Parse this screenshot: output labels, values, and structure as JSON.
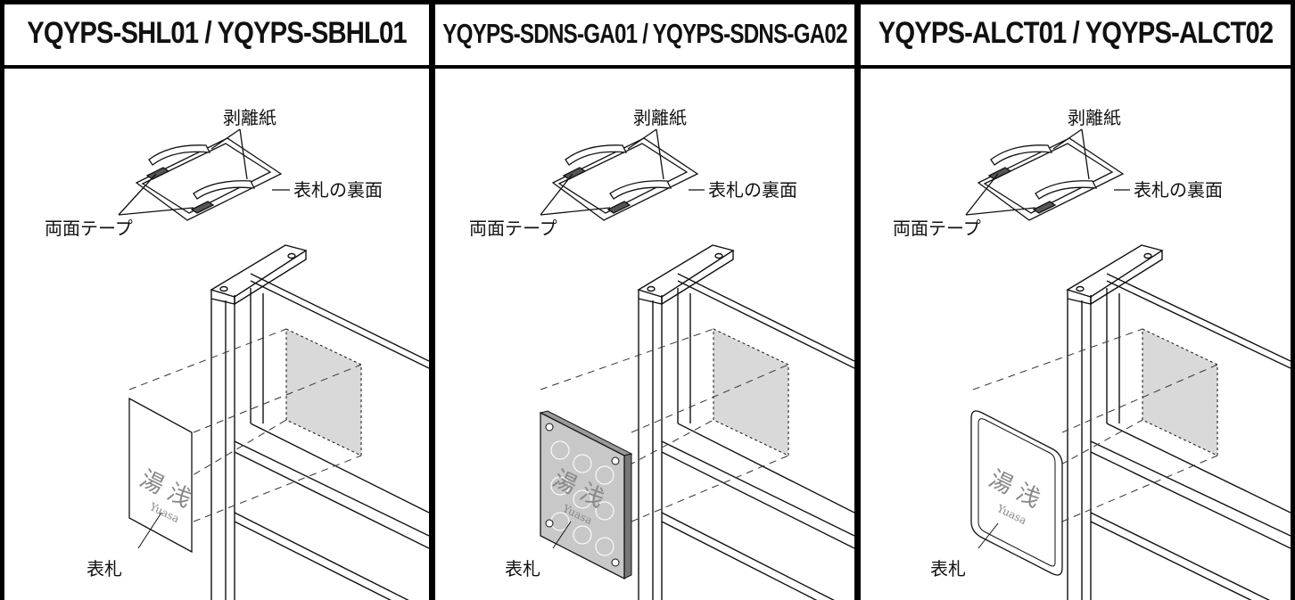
{
  "panels": [
    {
      "title": "YQYPS-SHL01 / YQYPS-SBHL01",
      "labels": {
        "release_paper": "剥離紙",
        "plate_back": "表札の裏面",
        "double_tape": "両面テープ",
        "nameplate": "表札"
      },
      "plate": {
        "kanji": "湯 浅",
        "romaji": "Yuasa",
        "style": "flat"
      }
    },
    {
      "title": "YQYPS-SDNS-GA01 / YQYPS-SDNS-GA02",
      "labels": {
        "release_paper": "剥離紙",
        "plate_back": "表札の裏面",
        "double_tape": "両面テープ",
        "nameplate": "表札"
      },
      "plate": {
        "kanji": "湯 浅",
        "romaji": "Yuasa",
        "style": "glass"
      }
    },
    {
      "title": "YQYPS-ALCT01 / YQYPS-ALCT02",
      "labels": {
        "release_paper": "剥離紙",
        "plate_back": "表札の裏面",
        "double_tape": "両面テープ",
        "nameplate": "表札"
      },
      "plate": {
        "kanji": "湯 浅",
        "romaji": "Yuasa",
        "style": "rounded"
      }
    }
  ],
  "colors": {
    "frame": "#000000",
    "tape": "#555555",
    "panel_fill": "#d9d9d9",
    "glass": "#c8c8c8"
  }
}
